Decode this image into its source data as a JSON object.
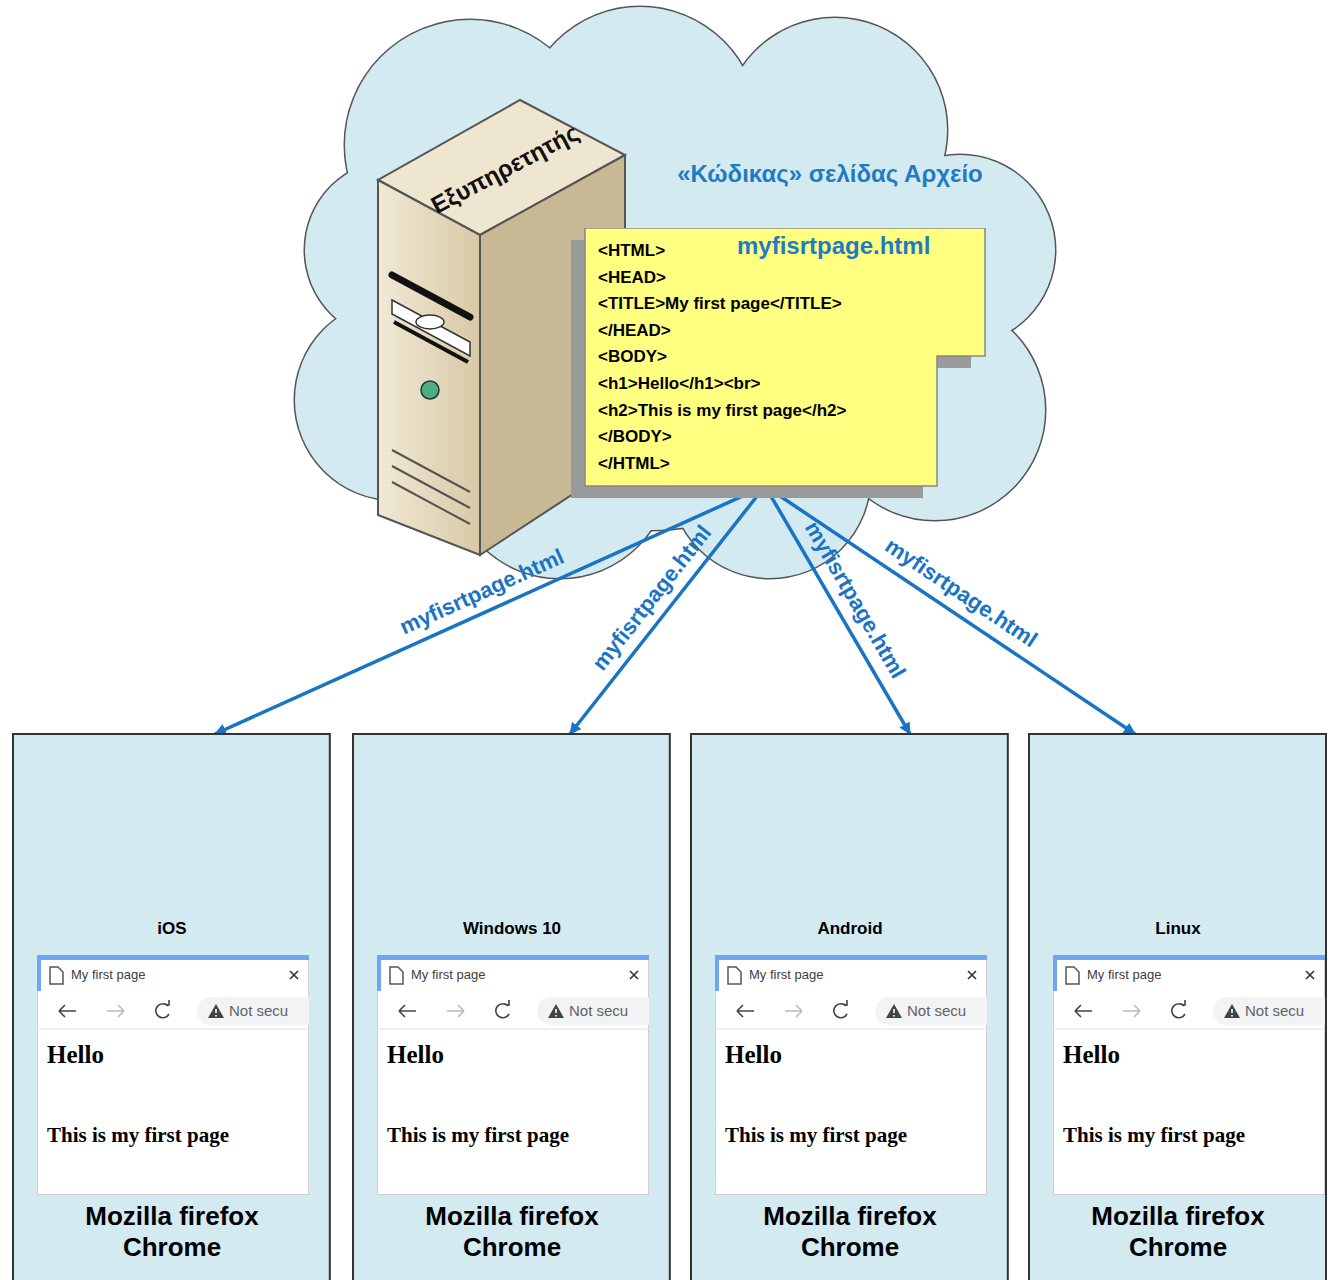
{
  "diagram": {
    "nodes": [
      {
        "text": [
          "Εξυπηρετητής"
        ]
      },
      {
        "text": [
          "«Κώδικας» σελίδας Αρχείο",
          "myfisrtpage.html",
          "<HTML>",
          "<HEAD>",
          "<TITLE>My first page</TITLE>",
          "</HEAD>",
          "<BODY>",
          "<h1>Hello</h1><br>",
          "<h2>This is my first page</h2>",
          "</BODY>",
          "</HTML>"
        ]
      },
      {
        "text": [
          "iOS",
          "Mozilla firefox Chrome"
        ]
      },
      {
        "text": [
          "My first page",
          "Not secu",
          "Hello",
          "This is my first page"
        ],
        "in": 2
      },
      {
        "text": [
          "Windows 10",
          "Mozilla firefox Chrome"
        ]
      },
      {
        "text": [
          "My first page",
          "Not secu",
          "Hello",
          "This is my first page"
        ],
        "in": 4
      },
      {
        "text": [
          "Android",
          "Mozilla firefox Chrome"
        ]
      },
      {
        "text": [
          "My first page",
          "Not secu",
          "Hello",
          "This is my first page"
        ],
        "in": 6
      },
      {
        "text": [
          "Linux",
          "Mozilla firefox Chrome"
        ]
      },
      {
        "text": [
          "My first page",
          "Not secu",
          "Hello",
          "This is my first page"
        ],
        "in": 8
      }
    ],
    "edges": [
      {
        "from": 1,
        "to": 2,
        "arrow": "both",
        "label": "myfisrtpage.html"
      },
      {
        "from": 1,
        "to": 4,
        "arrow": "both",
        "label": "myfisrtpage.html"
      },
      {
        "from": 1,
        "to": 6,
        "arrow": "both",
        "label": "myfisrtpage.html"
      },
      {
        "from": 1,
        "to": 8,
        "arrow": "both",
        "label": "myfisrtpage.html"
      }
    ]
  }
}
